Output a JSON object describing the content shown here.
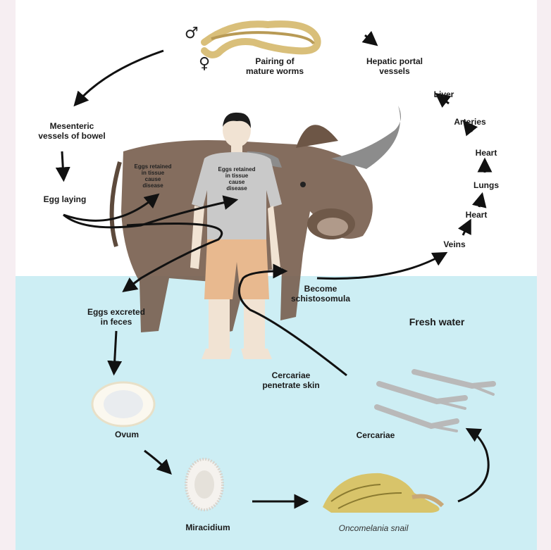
{
  "labels": {
    "pairing": "Pairing of\nmature worms",
    "hepatic": "Hepatic portal\nvessels",
    "liver": "Liver",
    "arteries": "Arteries",
    "heart_upper": "Heart",
    "lungs": "Lungs",
    "heart_lower": "Heart",
    "veins": "Veins",
    "mesenteric": "Mesenteric\nvessels of bowel",
    "egg_laying": "Egg laying",
    "eggs_retained_cow": "Eggs retained\nin tissue\ncause\ndisease",
    "eggs_retained_man": "Eggs retained\nin tissue\ncause\ndisease",
    "become": "Become\nschistosomula",
    "eggs_excreted": "Eggs excreted\nin feces",
    "fresh_water": "Fresh water",
    "cercariae_penetrate": "Cercariae\npenetrate skin",
    "ovum": "Ovum",
    "cercariae": "Cercariae",
    "miracidium": "Miracidium",
    "snail": "Oncomelania snail"
  },
  "symbols": {
    "male": "♂",
    "female": "♀"
  },
  "colors": {
    "water": "#cdeef4",
    "cow": "#7a6150",
    "shirt": "#c9c9c9",
    "shorts": "#e8b98f",
    "skin": "#f1e3d3",
    "worm": "#d9bf7a",
    "snail": "#d8c46a",
    "arrow": "#111111"
  }
}
